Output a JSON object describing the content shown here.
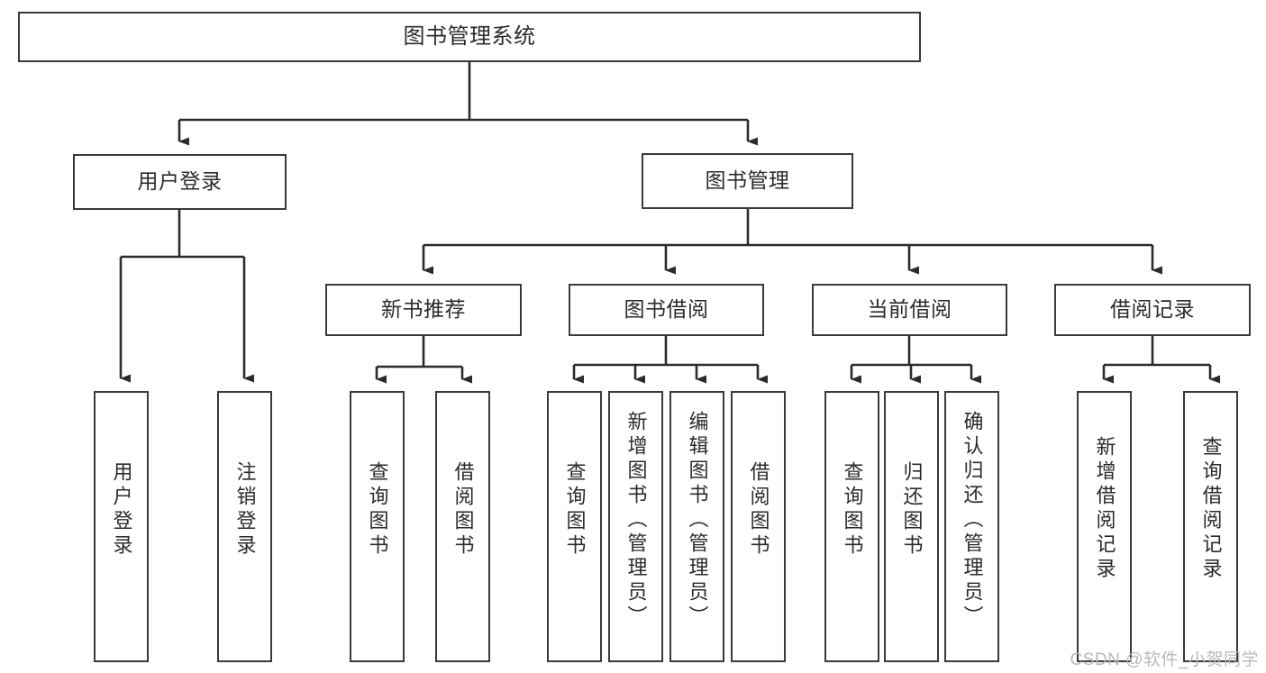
{
  "diagram": {
    "title": "图书管理系统",
    "type": "tree-hierarchy",
    "root": {
      "label": "图书管理系统"
    },
    "level1": [
      {
        "label": "用户登录"
      },
      {
        "label": "图书管理"
      }
    ],
    "level2": [
      {
        "label": "新书推荐",
        "parent": "图书管理"
      },
      {
        "label": "图书借阅",
        "parent": "图书管理"
      },
      {
        "label": "当前借阅",
        "parent": "图书管理"
      },
      {
        "label": "借阅记录",
        "parent": "图书管理"
      }
    ],
    "leaves": {
      "user_login": [
        {
          "label": "用户登录"
        },
        {
          "label": "注销登录"
        }
      ],
      "new_book_recommend": [
        {
          "label": "查询图书"
        },
        {
          "label": "借阅图书"
        }
      ],
      "book_borrow": [
        {
          "label": "查询图书"
        },
        {
          "label": "新增图书（管理员）"
        },
        {
          "label": "编辑图书（管理员）"
        },
        {
          "label": "借阅图书"
        }
      ],
      "current_borrow": [
        {
          "label": "查询图书"
        },
        {
          "label": "归还图书"
        },
        {
          "label": "确认归还（管理员）"
        }
      ],
      "borrow_record": [
        {
          "label": "新增借阅记录"
        },
        {
          "label": "查询借阅记录"
        }
      ]
    }
  },
  "watermark": {
    "text": "CSDN @软件_小贺同学"
  },
  "colors": {
    "border": "#3a3a3a",
    "text": "#2b2b2b",
    "background": "#ffffff",
    "watermark": "#b9b9b9"
  }
}
